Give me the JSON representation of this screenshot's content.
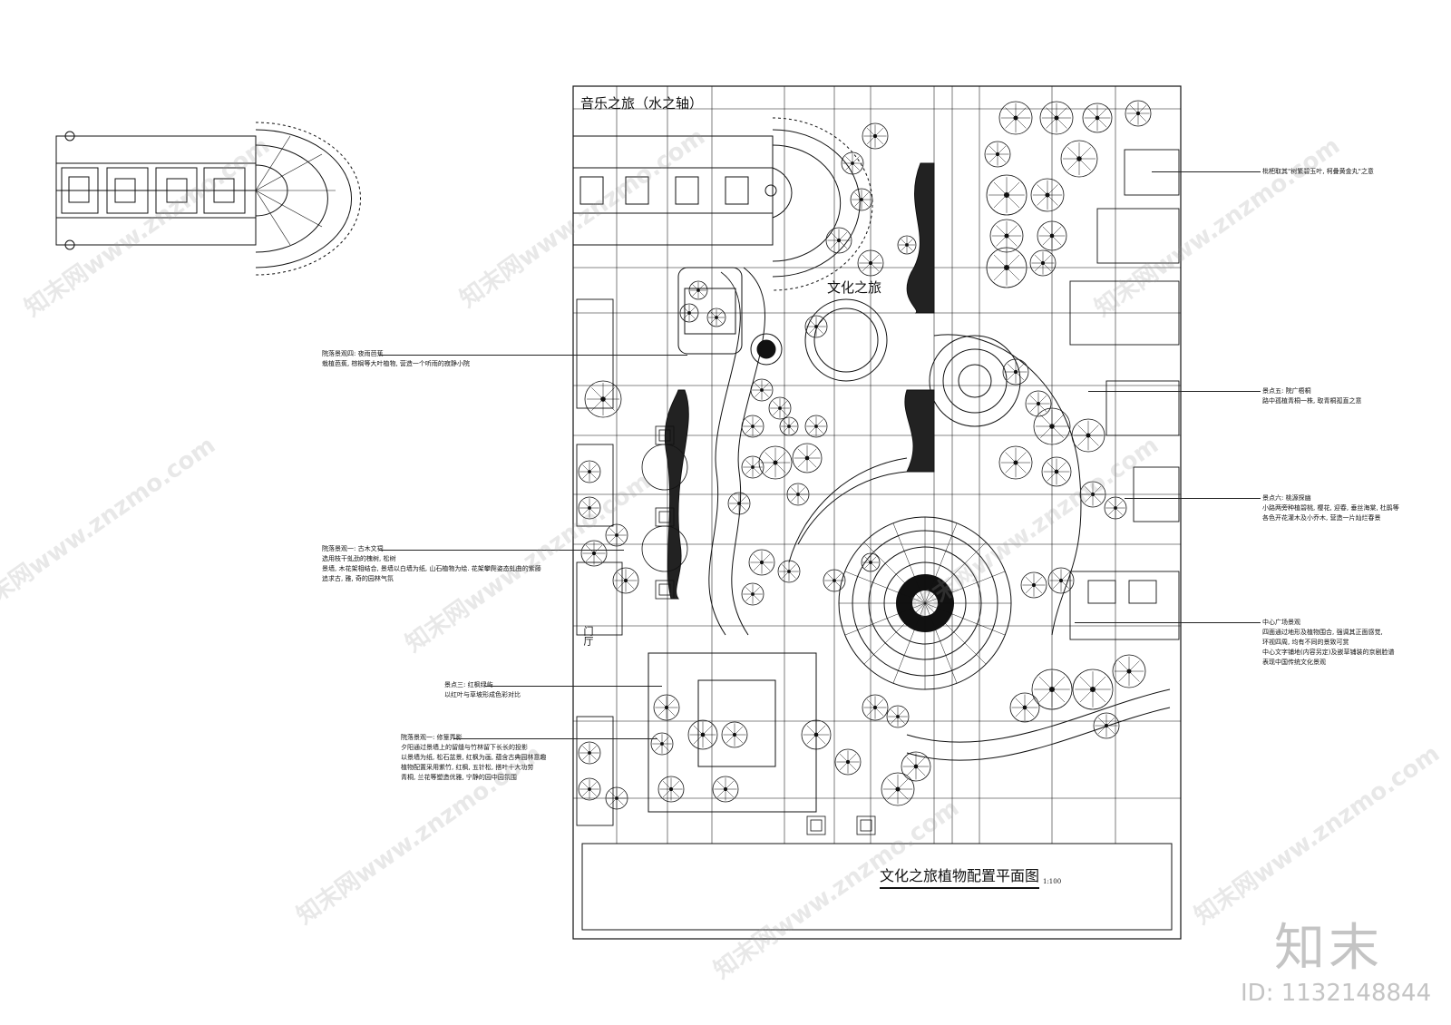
{
  "plan": {
    "title_top": "音乐之旅（水之轴）",
    "title_mid": "文化之旅",
    "title_main": "文化之旅植物配置平面图",
    "scale": "1:100",
    "door_label": "门厅"
  },
  "annotations_left": [
    {
      "id": "courtyard-4",
      "lines": [
        "院落景观四: 夜雨芭蕉",
        "栽植芭蕉, 棕榈等大叶植物, 营造一个听雨的寂静小院"
      ]
    },
    {
      "id": "courtyard-1-wood",
      "lines": [
        "院落景观一: 古木文祠",
        "选用枝干虬劲的槐树, 松树",
        "景墙, 木花架相结合, 景墙以白墙为纸, 山石植物为绘. 花架攀爬姿态虬曲的紫藤",
        "追求古, 雅, 奇的园林气氛"
      ]
    },
    {
      "id": "spot-3",
      "lines": [
        "景点三: 红枫绿屿",
        "以红叶与草坡形成色彩对比"
      ]
    },
    {
      "id": "courtyard-1-shadow",
      "lines": [
        "院落景观一: 修篁弄影",
        "夕阳通过景墙上的留缝与竹林留下长长的投影",
        "以景墙为纸, 松石盆景, 红枫为画, 蕴含古典园林意趣",
        "植物配置采用紫竹, 红枫, 五针松, 搭叶十大功劳",
        "青桐, 兰花等塑造优雅, 宁静的园中园氛围"
      ]
    }
  ],
  "annotations_right": [
    {
      "id": "loquat",
      "lines": [
        "枇杷取其\"树繁碧玉叶, 柯叠黄金丸\"之意"
      ]
    },
    {
      "id": "spot-5",
      "lines": [
        "景点五: 院广梧桐",
        "路中孤植青桐一株, 取青桐孤直之意"
      ]
    },
    {
      "id": "spot-6",
      "lines": [
        "景点六: 桃源探幽",
        "小路两旁种植碧桃, 樱花, 迎春, 垂丝海棠, 杜鹃等",
        "各色开花灌木及小乔木, 营造一片灿烂春景"
      ]
    },
    {
      "id": "central-plaza",
      "lines": [
        "中心广场景观",
        "四面通过地形及植物围合, 强调其正面感觉,",
        "环视四周, 均有不同的景致可赏",
        "中心文字铺地(内容另定)及嵌草铺装的京剧脸谱",
        "表现中国传统文化景观"
      ]
    }
  ],
  "watermark": {
    "text": "知末网www.znzmo.com",
    "brand": "知末",
    "id_label": "ID: 1132148844"
  }
}
